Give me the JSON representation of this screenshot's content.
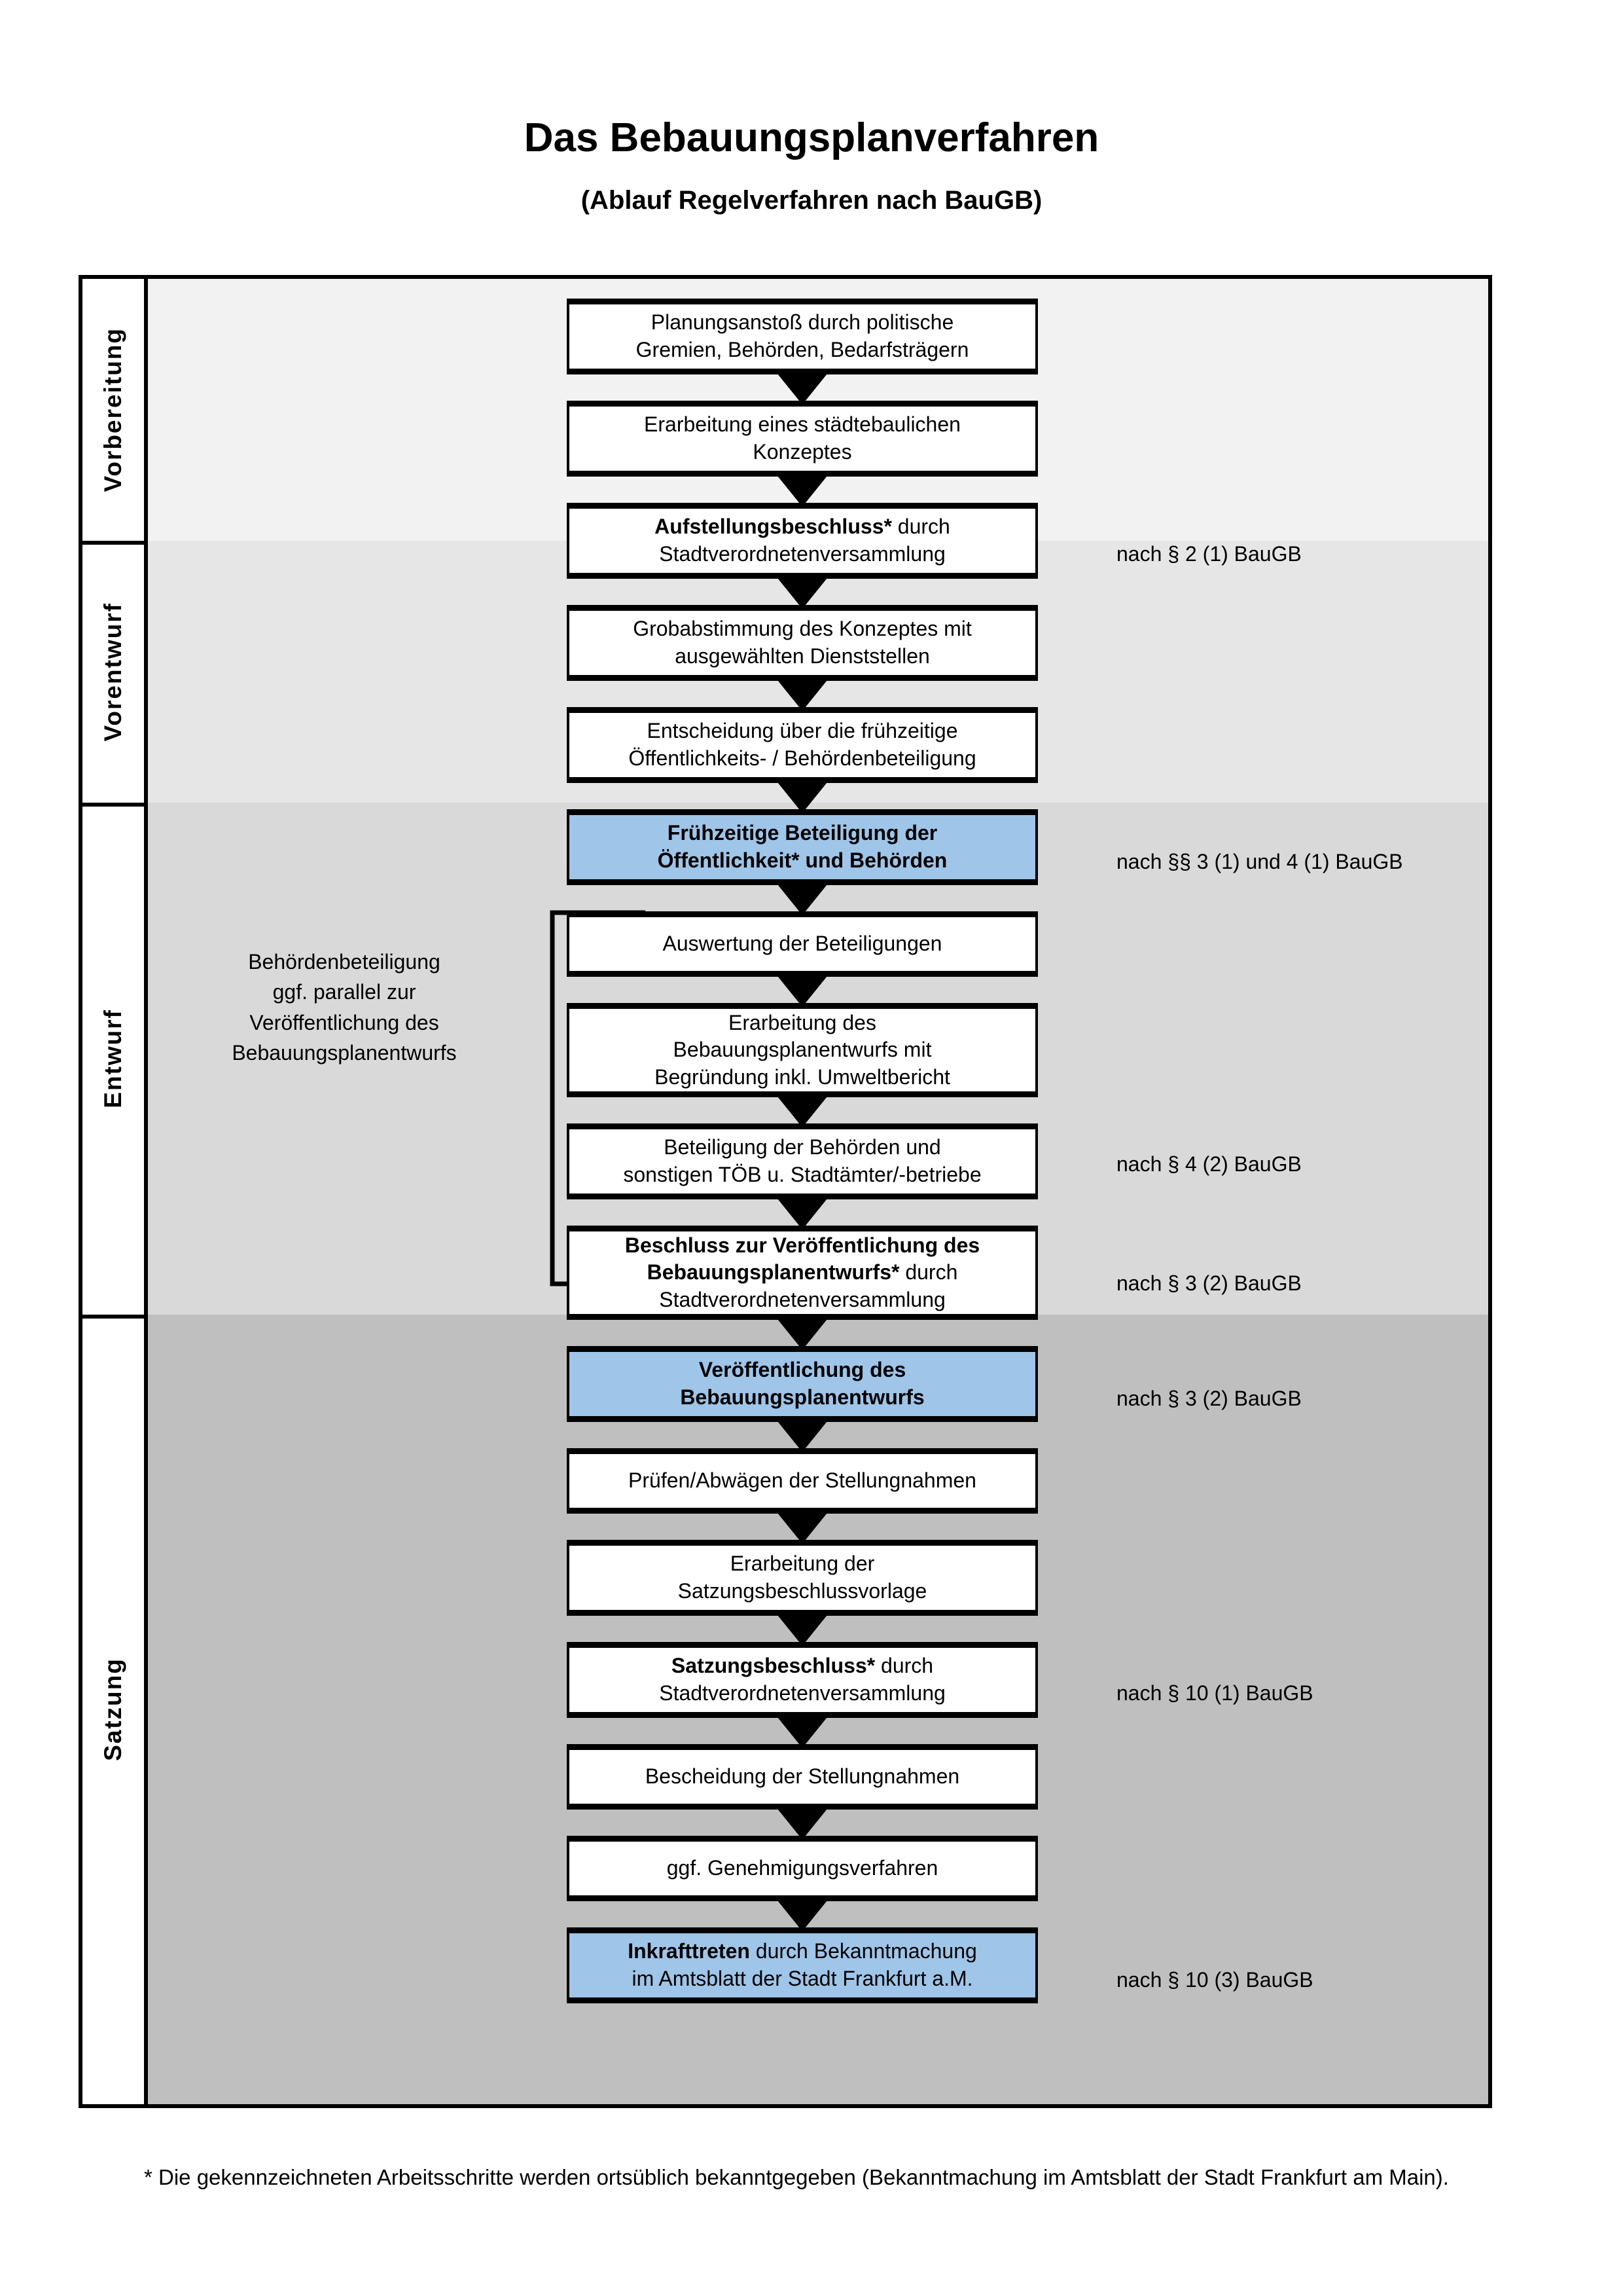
{
  "header": {
    "title": "Das Bebauungsplanverfahren",
    "subtitle": "(Ablauf Regelverfahren nach BauGB)"
  },
  "colors": {
    "highlight_blue": "#9FC5E8",
    "band_vorbereitung": "#F2F2F2",
    "band_vorentwurf": "#E6E6E6",
    "band_entwurf": "#D9D9D9",
    "band_satzung": "#BFBFBF",
    "line": "#000000"
  },
  "bands": [
    {
      "label": "Vorbereitung",
      "bg": "#F2F2F2"
    },
    {
      "label": "Vorentwurf",
      "bg": "#E6E6E6"
    },
    {
      "label": "Entwurf",
      "bg": "#D9D9D9"
    },
    {
      "label": "Satzung",
      "bg": "#BFBFBF"
    }
  ],
  "steps": [
    {
      "id": "planungsanstoss",
      "band": "Vorbereitung",
      "highlight": false,
      "lines": [
        "Planungsanstoß durch politische",
        "Gremien, Behörden, Bedarfsträgern"
      ],
      "bold_prefix": ""
    },
    {
      "id": "konzept",
      "band": "Vorbereitung",
      "highlight": false,
      "lines": [
        "Erarbeitung eines städtebaulichen",
        "Konzeptes"
      ],
      "bold_prefix": ""
    },
    {
      "id": "aufstellungsbeschluss",
      "band": "Vorbereitung",
      "highlight": false,
      "lines": [
        "Aufstellungsbeschluss* durch",
        "Stadtverordnetenversammlung"
      ],
      "bold_prefix": "Aufstellungsbeschluss*"
    },
    {
      "id": "grobabstimmung",
      "band": "Vorentwurf",
      "highlight": false,
      "lines": [
        "Grobabstimmung des Konzeptes mit",
        "ausgewählten Dienststellen"
      ],
      "bold_prefix": ""
    },
    {
      "id": "entscheidung",
      "band": "Vorentwurf",
      "highlight": false,
      "lines": [
        "Entscheidung über die frühzeitige",
        "Öffentlichkeits- / Behördenbeteiligung"
      ],
      "bold_prefix": ""
    },
    {
      "id": "fruehzeitige-beteiligung",
      "band": "Vorentwurf",
      "highlight": true,
      "lines": [
        "Frühzeitige Beteiligung der",
        "Öffentlichkeit* und Behörden"
      ],
      "bold_prefix": "all"
    },
    {
      "id": "auswertung",
      "band": "Entwurf",
      "highlight": false,
      "lines": [
        "Auswertung der Beteiligungen"
      ],
      "bold_prefix": ""
    },
    {
      "id": "erarbeitung-entwurf",
      "band": "Entwurf",
      "highlight": false,
      "lines": [
        "Erarbeitung des",
        "Bebauungsplanentwurfs mit",
        "Begründung inkl. Umweltbericht"
      ],
      "bold_prefix": ""
    },
    {
      "id": "beteiligung-behoerden",
      "band": "Entwurf",
      "highlight": false,
      "lines": [
        "Beteiligung der Behörden und",
        "sonstigen TÖB u. Stadtämter/-betriebe"
      ],
      "bold_prefix": ""
    },
    {
      "id": "beschluss-veroeffentlichung",
      "band": "Entwurf",
      "highlight": false,
      "lines": [
        "Beschluss zur Veröffentlichung des",
        "Bebauungsplanentwurfs* durch",
        "Stadtverordnetenversammlung"
      ],
      "bold_prefix": "Beschluss zur Veröffentlichung des Bebauungsplanentwurfs*"
    },
    {
      "id": "veroeffentlichung",
      "band": "Entwurf",
      "highlight": true,
      "lines": [
        "Veröffentlichung des",
        "Bebauungsplanentwurfs"
      ],
      "bold_prefix": "all"
    },
    {
      "id": "pruefen-abwaegen",
      "band": "Satzung",
      "highlight": false,
      "lines": [
        "Prüfen/Abwägen der Stellungnahmen"
      ],
      "bold_prefix": ""
    },
    {
      "id": "satzungsbeschlussvorlage",
      "band": "Satzung",
      "highlight": false,
      "lines": [
        "Erarbeitung der",
        "Satzungsbeschlussvorlage"
      ],
      "bold_prefix": ""
    },
    {
      "id": "satzungsbeschluss",
      "band": "Satzung",
      "highlight": false,
      "lines": [
        "Satzungsbeschluss* durch",
        "Stadtverordnetenversammlung"
      ],
      "bold_prefix": "Satzungsbeschluss*"
    },
    {
      "id": "bescheidung",
      "band": "Satzung",
      "highlight": false,
      "lines": [
        "Bescheidung der Stellungnahmen"
      ],
      "bold_prefix": ""
    },
    {
      "id": "genehmigungsverfahren",
      "band": "Satzung",
      "highlight": false,
      "lines": [
        "ggf. Genehmigungsverfahren"
      ],
      "bold_prefix": ""
    },
    {
      "id": "inkrafttreten",
      "band": "Satzung",
      "highlight": true,
      "lines": [
        "Inkrafttreten durch Bekanntmachung",
        "im Amtsblatt der Stadt Frankfurt a.M."
      ],
      "bold_prefix": "Inkrafttreten"
    }
  ],
  "legal_refs": [
    {
      "id": "ref-aufstellungsbeschluss",
      "text": "nach § 2 (1) BauGB"
    },
    {
      "id": "ref-fruehzeitige",
      "text": "nach §§ 3 (1) und 4 (1) BauGB"
    },
    {
      "id": "ref-beteiligung-behoerden",
      "text": "nach § 4 (2) BauGB"
    },
    {
      "id": "ref-beschluss",
      "text": "nach § 3 (2) BauGB"
    },
    {
      "id": "ref-veroeffentlichung",
      "text": "nach § 3 (2) BauGB"
    },
    {
      "id": "ref-satzungsbeschluss",
      "text": "nach § 10 (1) BauGB"
    },
    {
      "id": "ref-inkrafttreten",
      "text": "nach § 10 (3) BauGB"
    }
  ],
  "sidenote": {
    "lines": [
      "Behördenbeteiligung",
      "ggf. parallel zur",
      "Veröffentlichung des",
      "Bebauungsplanentwurfs"
    ]
  },
  "footnote": {
    "text": "* Die gekennzeichneten Arbeitsschritte werden ortsüblich bekanntgegeben (Bekanntmachung im Amtsblatt  der Stadt Frankfurt am Main)."
  }
}
